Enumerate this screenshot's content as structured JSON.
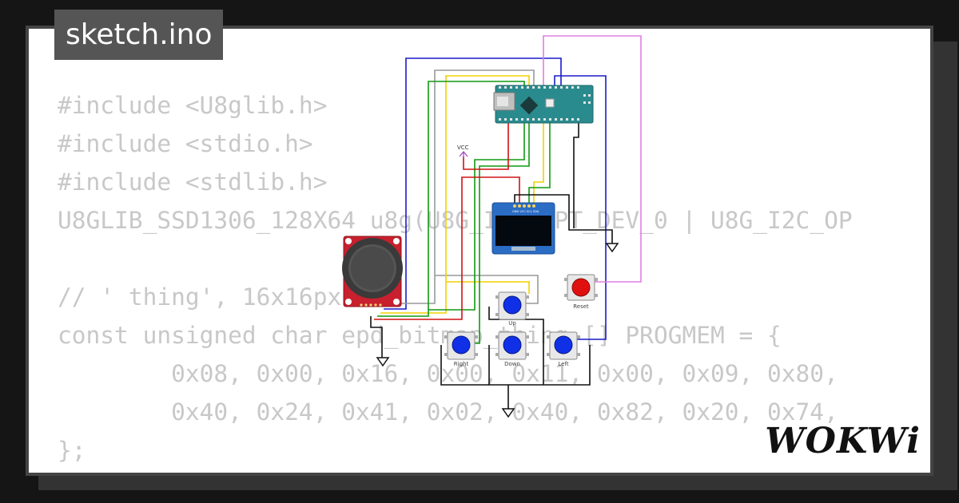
{
  "file_tab": {
    "label": "sketch.ino"
  },
  "code_lines": [
    "#include <U8glib.h>",
    "#include <stdio.h>",
    "#include <stdlib.h>",
    "U8GLIB_SSD1306_128X64 u8g(U8G_I2C_OPT_DEV_0 | U8G_I2C_OP",
    "",
    "// ' thing', 16x16px",
    "const unsigned char epd_bitmap_thing [] PROGMEM = {",
    "        0x08, 0x00, 0x16, 0x00, 0x11, 0x00, 0x09, 0x80,",
    "        0x40, 0x24, 0x41, 0x02, 0x40, 0x82, 0x20, 0x74,",
    "};"
  ],
  "diagram": {
    "vcc_label": "VCC",
    "oled_pins": "GND VCC SCL SDA",
    "buttons": {
      "up": "Up",
      "down": "Down",
      "left": "Left",
      "right": "Right",
      "reset": "Reset"
    }
  },
  "brand": {
    "logo_text": "WOKWi"
  },
  "colors": {
    "wire_blue": "#1a1acc",
    "wire_pink": "#e07ee0",
    "wire_yellow": "#f2d100",
    "wire_green": "#119911",
    "wire_red": "#d01212",
    "wire_gray": "#999999",
    "wire_black": "#111111",
    "button_blue": "#1030e8",
    "button_red": "#e01010",
    "board_teal": "#2a8b8e"
  }
}
